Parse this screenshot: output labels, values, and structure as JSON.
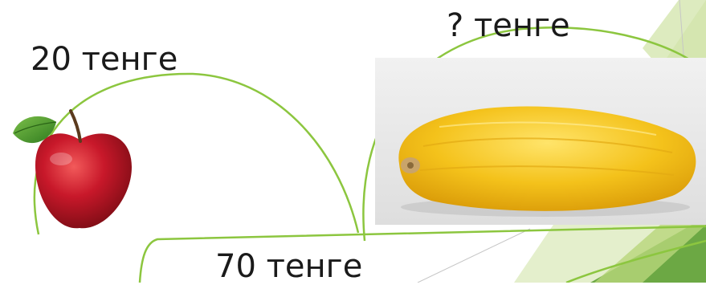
{
  "labels": {
    "apple_price": "20 тенге",
    "melon_price": "? тенге",
    "total_price": "70 тенге"
  },
  "colors": {
    "arc_green": "#8cc63f",
    "triangle_light": "#e4efcc",
    "triangle_mid": "#b8d67a",
    "triangle_dark": "#6ca844",
    "apple_red": "#c8182a",
    "leaf_green": "#4f9a32",
    "melon_yellow": "#f4c21b"
  },
  "icons": {
    "apple": "apple-icon",
    "melon": "melon-icon"
  }
}
